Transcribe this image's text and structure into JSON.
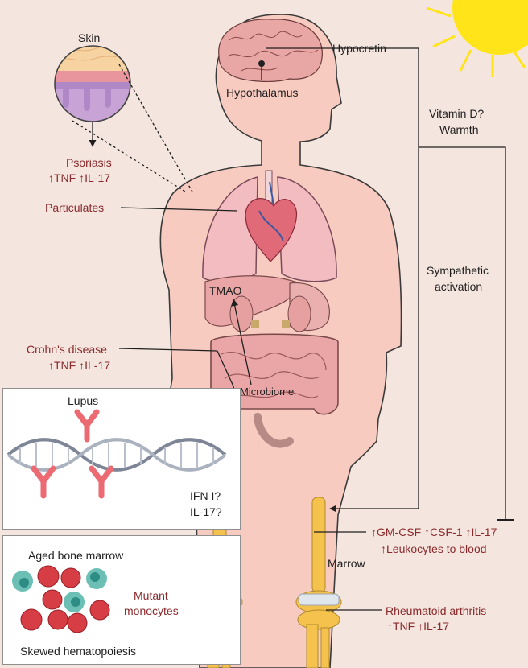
{
  "colors": {
    "background": "#f4e5de",
    "body_fill": "#f7cbc0",
    "body_outline": "#3a3a3a",
    "label_red": "#8a2a2c",
    "label_dark": "#1f1f1f",
    "sun": "#ffe41a",
    "bone": "#f4c24d",
    "antibody": "#ec6a72",
    "monocyte_green": "#6bbfb4",
    "blood_cell": "#d63d45"
  },
  "labels": {
    "skin": "Skin",
    "psoriasis": "Psoriasis",
    "psoriasis_markers": "↑TNF  ↑IL-17",
    "particulates": "Particulates",
    "hypocretin": "Hypocretin",
    "hypothalamus": "Hypothalamus",
    "vitamin_d": "Vitamin D?",
    "warmth": "Warmth",
    "sympathetic_1": "Sympathetic",
    "sympathetic_2": "activation",
    "tmao": "TMAO",
    "crohns": "Crohn's disease",
    "crohns_markers": "↑TNF ↑IL-17",
    "microbiome": "Microbiome",
    "marrow_cytokines": "↑GM-CSF   ↑CSF-1   ↑IL-17",
    "leukocytes": "↑Leukocytes to blood",
    "marrow": "Marrow",
    "ra": "Rheumatoid arthritis",
    "ra_markers": "↑TNF  ↑IL-17"
  },
  "lupus_panel": {
    "title": "Lupus",
    "markers_1": "IFN I?",
    "markers_2": "IL-17?"
  },
  "marrow_panel": {
    "title": "Aged bone marrow",
    "mutant_1": "Mutant",
    "mutant_2": "monocytes",
    "footer": "Skewed hematopoiesis"
  }
}
